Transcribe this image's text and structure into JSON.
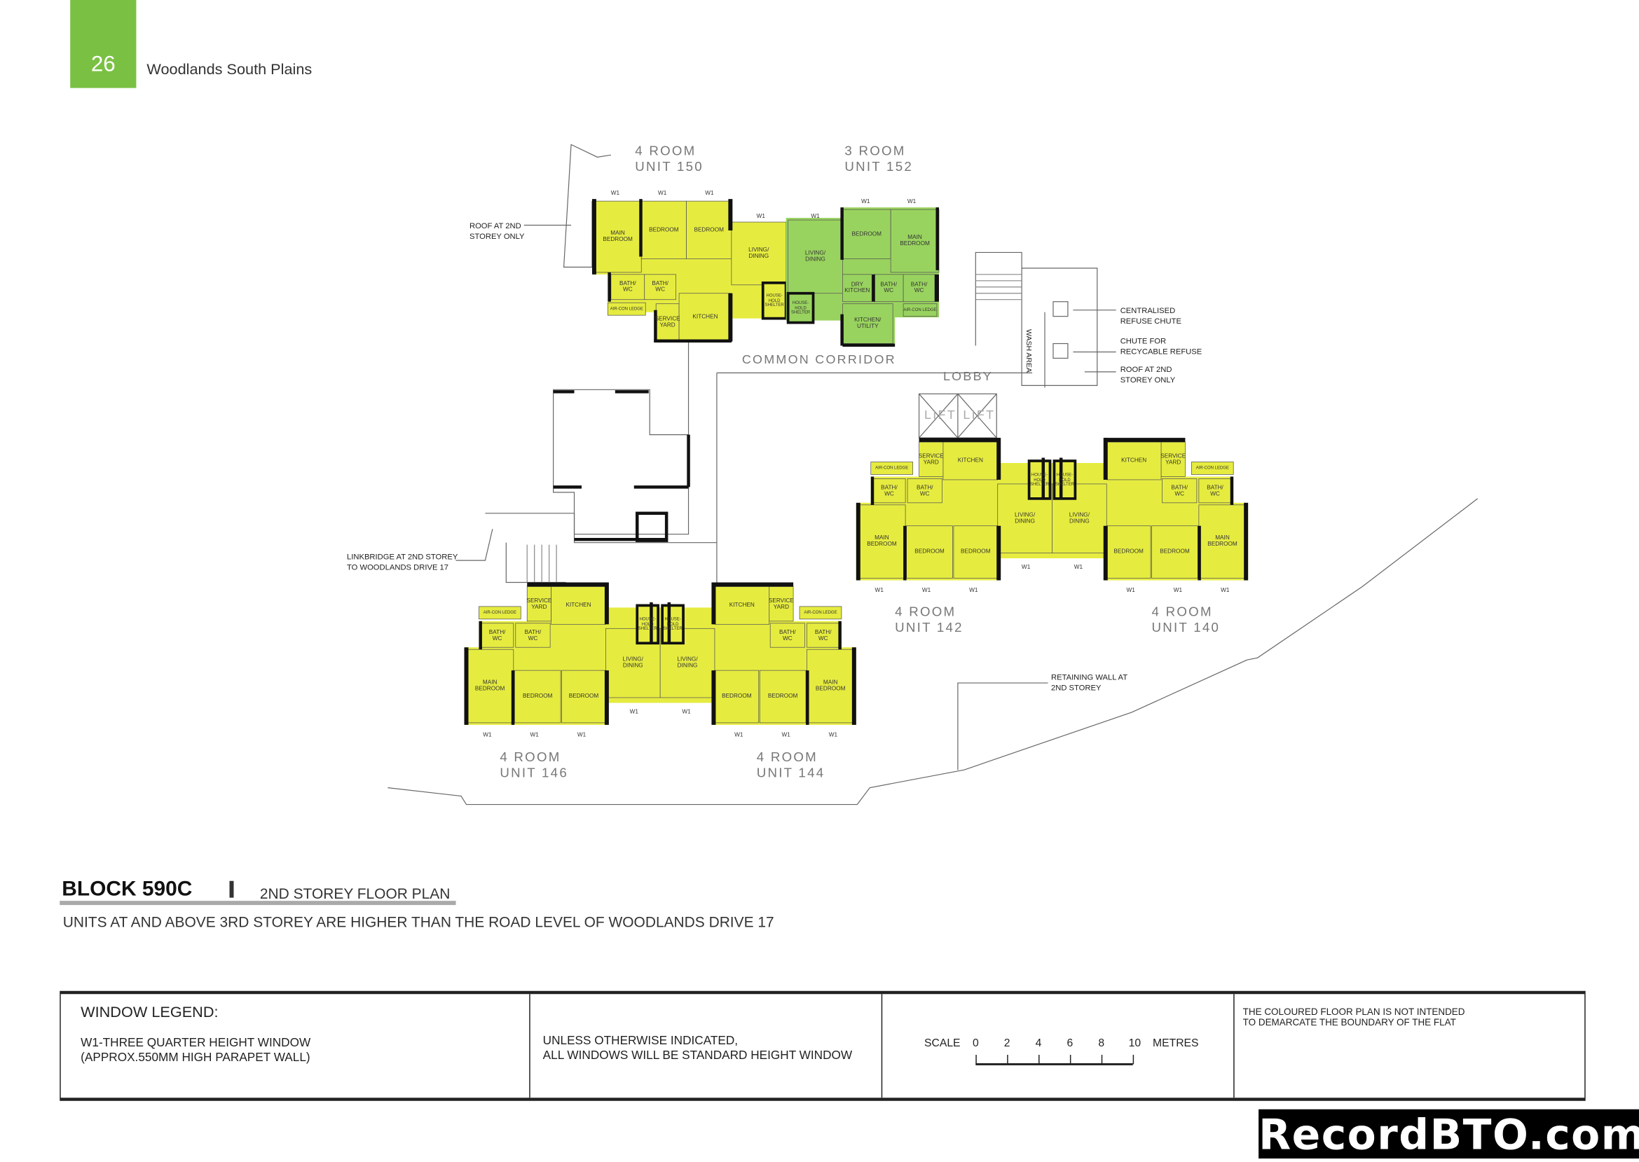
{
  "header": {
    "page_number": "26",
    "title": "Woodlands South Plains",
    "accent_color": "#7ac143"
  },
  "colors": {
    "four_room": "#e6ec3f",
    "three_room": "#99d35f"
  },
  "window_label": "W1",
  "units": [
    {
      "type": "4 ROOM",
      "unit": "UNIT 150",
      "color": "four_room",
      "rooms": [
        "MAIN\nBEDROOM",
        "BEDROOM",
        "BEDROOM",
        "LIVING/\nDINING",
        "BATH/\nWC",
        "BATH/\nWC",
        "AIR-CON LEDGE",
        "SERVICE\nYARD",
        "KITCHEN",
        "HOUSE-\nHOLD\nSHELTER"
      ]
    },
    {
      "type": "3 ROOM",
      "unit": "UNIT 152",
      "color": "three_room",
      "rooms": [
        "LIVING/\nDINING",
        "BEDROOM",
        "MAIN\nBEDROOM",
        "DRY\nKITCHEN",
        "BATH/\nWC",
        "BATH/\nWC",
        "AIR-CON LEDGE",
        "KITCHEN/\nUTILITY",
        "HOUSE-\nHOLD\nSHELTER"
      ]
    },
    {
      "type": "4 ROOM",
      "unit": "UNIT 146",
      "color": "four_room",
      "rooms": [
        "AIR-CON LEDGE",
        "BATH/\nWC",
        "BATH/\nWC",
        "SERVICE\nYARD",
        "KITCHEN",
        "MAIN\nBEDROOM",
        "BEDROOM",
        "BEDROOM",
        "LIVING/\nDINING",
        "HOUSE-\nHOLD\nSHELTER"
      ]
    },
    {
      "type": "4 ROOM",
      "unit": "UNIT 144",
      "color": "four_room",
      "rooms": [
        "AIR-CON LEDGE",
        "BATH/\nWC",
        "BATH/\nWC",
        "SERVICE\nYARD",
        "KITCHEN",
        "MAIN\nBEDROOM",
        "BEDROOM",
        "BEDROOM",
        "LIVING/\nDINING",
        "HOUSE-\nHOLD\nSHELTER"
      ]
    },
    {
      "type": "4 ROOM",
      "unit": "UNIT 142",
      "color": "four_room",
      "rooms": [
        "AIR-CON LEDGE",
        "BATH/\nWC",
        "BATH/\nWC",
        "SERVICE\nYARD",
        "KITCHEN",
        "MAIN\nBEDROOM",
        "BEDROOM",
        "BEDROOM",
        "LIVING/\nDINING",
        "HOUSE-\nHOLD\nSHELTER"
      ]
    },
    {
      "type": "4 ROOM",
      "unit": "UNIT 140",
      "color": "four_room",
      "rooms": [
        "AIR-CON LEDGE",
        "BATH/\nWC",
        "BATH/\nWC",
        "SERVICE\nYARD",
        "KITCHEN",
        "MAIN\nBEDROOM",
        "BEDROOM",
        "BEDROOM",
        "LIVING/\nDINING",
        "HOUSE-\nHOLD\nSHELTER"
      ]
    }
  ],
  "annotations": {
    "roof_left": "ROOF AT 2ND\nSTOREY ONLY",
    "common_corridor": "COMMON  CORRIDOR",
    "lobby": "LOBBY",
    "lift_1": "LIFT",
    "lift_2": "LIFT",
    "wash_area": "WASH AREA",
    "refuse_chute": "CENTRALISED\nREFUSE CHUTE",
    "recyclable_chute": "CHUTE FOR\nRECYCABLE REFUSE",
    "roof_right": "ROOF AT 2ND\nSTOREY ONLY",
    "linkbridge": "LINKBRIDGE AT 2ND STOREY\nTO WOODLANDS DRIVE 17",
    "retaining_wall": "RETAINING WALL AT\n2ND STOREY"
  },
  "block": {
    "title": "BLOCK  590C",
    "subtitle": "2ND STOREY FLOOR PLAN",
    "note": "UNITS AT AND ABOVE 3RD STOREY ARE HIGHER THAN THE ROAD LEVEL OF WOODLANDS DRIVE 17"
  },
  "legend": {
    "heading": "WINDOW LEGEND:",
    "w1_text": "W1-THREE QUARTER HEIGHT WINDOW\n(APPROX.550MM HIGH PARAPET WALL)",
    "standard_text": "UNLESS OTHERWISE INDICATED,\nALL WINDOWS WILL BE STANDARD HEIGHT WINDOW",
    "scale_label": "SCALE",
    "scale_ticks": [
      "0",
      "2",
      "4",
      "6",
      "8",
      "10"
    ],
    "scale_unit": "METRES",
    "disclaimer": "THE COLOURED FLOOR PLAN IS NOT INTENDED\nTO DEMARCATE THE BOUNDARY OF THE FLAT"
  },
  "watermark": "RecordBTO.com"
}
